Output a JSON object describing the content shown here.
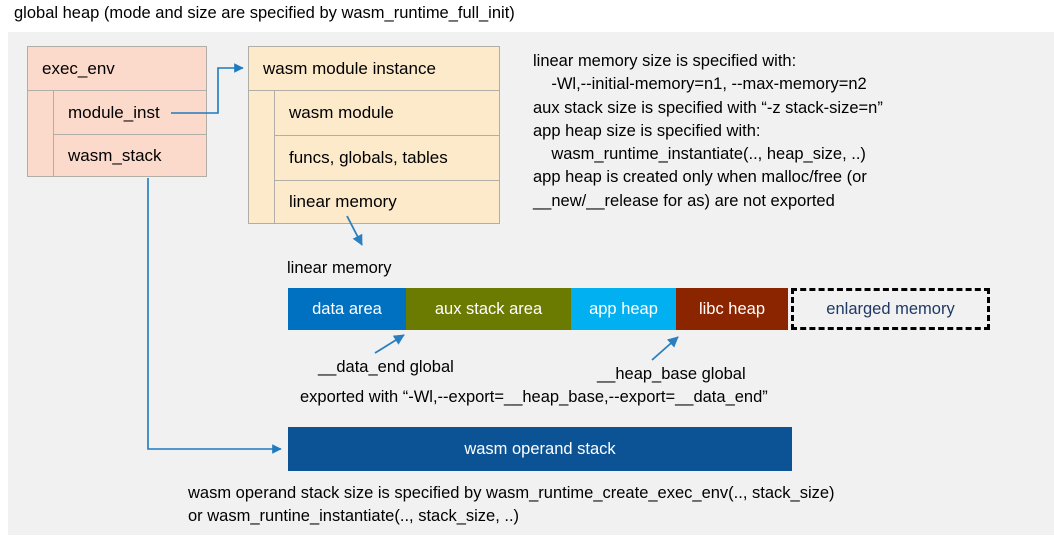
{
  "title": "global heap (mode and size are specified by wasm_runtime_full_init)",
  "colors": {
    "panel_bg": "#f1f1f1",
    "exec_env_fill": "#fbd9cb",
    "module_inst_fill": "#fdeacb",
    "box_border": "#b0aea6",
    "connector": "#1f7ac0",
    "data_area": "#0070c0",
    "aux_stack_area": "#6b7a00",
    "app_heap": "#00b0f0",
    "libc_heap": "#8b2500",
    "enlarged_memory_text": "#1f3864",
    "operand_stack": "#0b5394"
  },
  "exec_env": {
    "header": "exec_env",
    "rows": [
      "module_inst",
      "wasm_stack"
    ]
  },
  "module_instance": {
    "header": "wasm module instance",
    "rows": [
      "wasm module",
      "funcs, globals, tables",
      "linear memory"
    ]
  },
  "notes": {
    "right": "linear memory size is specified with:\n    -Wl,--initial-memory=n1, --max-memory=n2\naux stack size is specified with “-z stack-size=n”\napp heap size is specified with:\n    wasm_runtime_instantiate(.., heap_size, ..)\napp heap is created only when malloc/free (or\n__new/__release for as) are not exported",
    "bottom": "wasm operand stack size is specified by wasm_runtime_create_exec_env(.., stack_size)\nor wasm_runtine_instantiate(.., stack_size, ..)"
  },
  "linear_memory": {
    "label": "linear memory",
    "segments": [
      {
        "label": "data area",
        "color": "#0070c0",
        "width": 118
      },
      {
        "label": "aux stack area",
        "color": "#6b7a00",
        "width": 165
      },
      {
        "label": "app heap",
        "color": "#00b0f0",
        "width": 105
      },
      {
        "label": "libc heap",
        "color": "#8b2500",
        "width": 112
      },
      {
        "label": "enlarged memory",
        "color": "#f1f1f1",
        "width": 199,
        "dashed": true
      }
    ]
  },
  "callouts": {
    "data_end": "__data_end global",
    "heap_base": "__heap_base global",
    "exported_with": "exported with “-Wl,--export=__heap_base,--export=__data_end”"
  },
  "operand_stack": {
    "label": "wasm operand stack"
  }
}
